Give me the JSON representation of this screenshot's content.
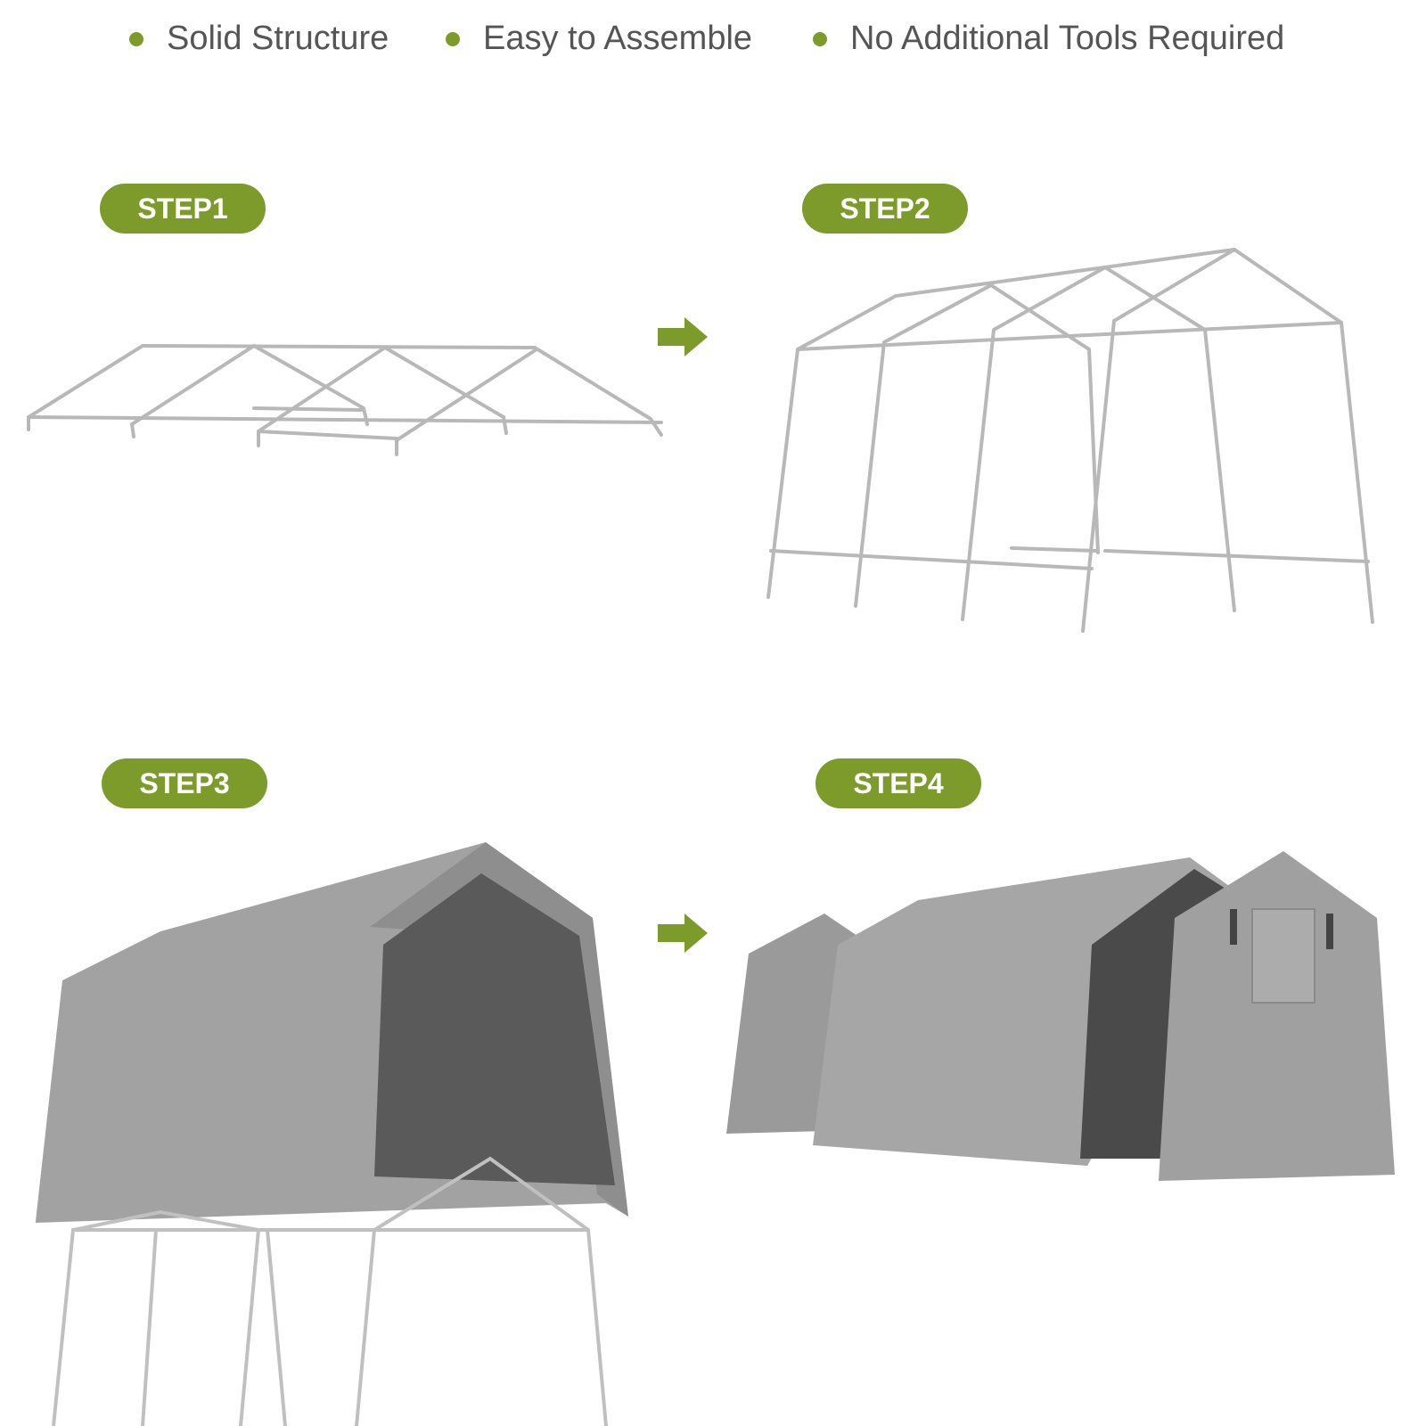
{
  "features": [
    {
      "label": "Solid Structure",
      "icon": "bullet-dot-icon"
    },
    {
      "label": "Easy to Assemble",
      "icon": "bullet-dot-icon"
    },
    {
      "label": "No Additional Tools Required",
      "icon": "bullet-dot-icon"
    }
  ],
  "steps": [
    {
      "label": "STEP1"
    },
    {
      "label": "STEP2"
    },
    {
      "label": "STEP3"
    },
    {
      "label": "STEP4"
    }
  ],
  "colors": {
    "accent": "#7d9b2a",
    "text": "#555555",
    "tent": "#9a9a9a",
    "frame": "#b5b5b5"
  }
}
